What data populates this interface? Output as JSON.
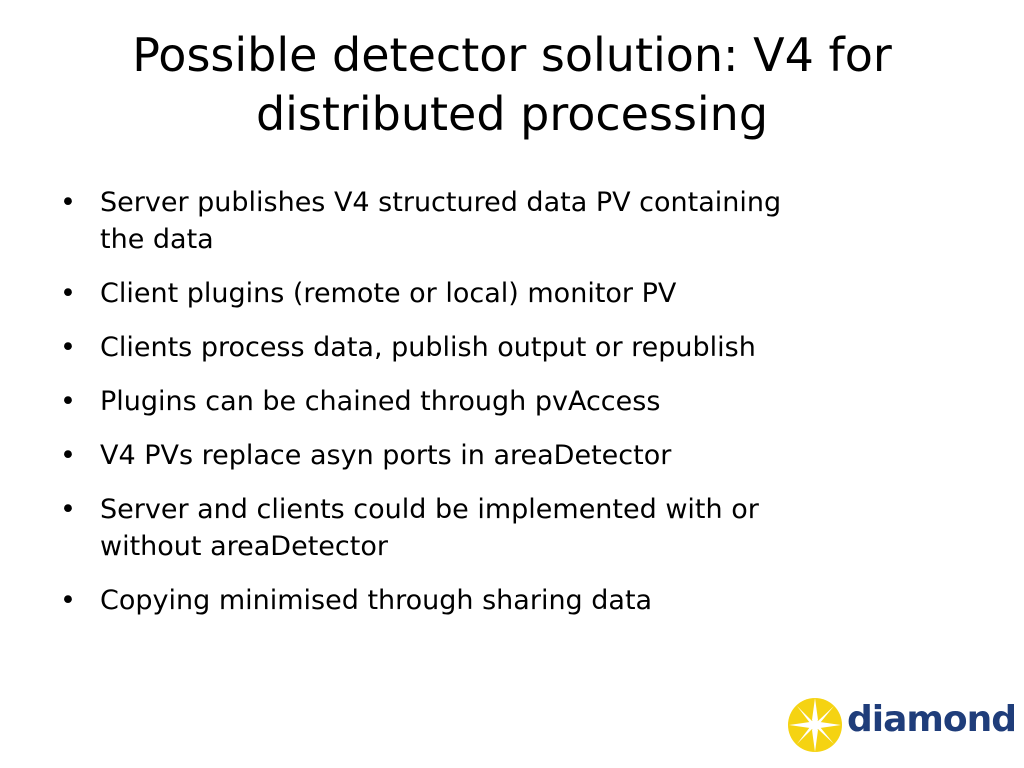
{
  "slide": {
    "title_lines": [
      "Possible detector solution:  V4 for",
      "distributed processing"
    ],
    "bullets": [
      [
        "Server publishes V4 structured data PV containing",
        "the data"
      ],
      [
        "Client plugins (remote or local)  monitor PV"
      ],
      [
        "Clients process data, publish output or republish"
      ],
      [
        "Plugins can be chained through pvAccess"
      ],
      [
        "V4 PVs replace asyn ports in areaDetector"
      ],
      [
        "Server and clients could be implemented with or",
        "without areaDetector"
      ],
      [
        "Copying minimised through sharing data"
      ]
    ]
  },
  "logo": {
    "word": "diamond",
    "icon": "starburst-icon",
    "colors": {
      "word": "#1f3d7a",
      "sun": "#f5d312",
      "burst": "#ffffff"
    }
  }
}
